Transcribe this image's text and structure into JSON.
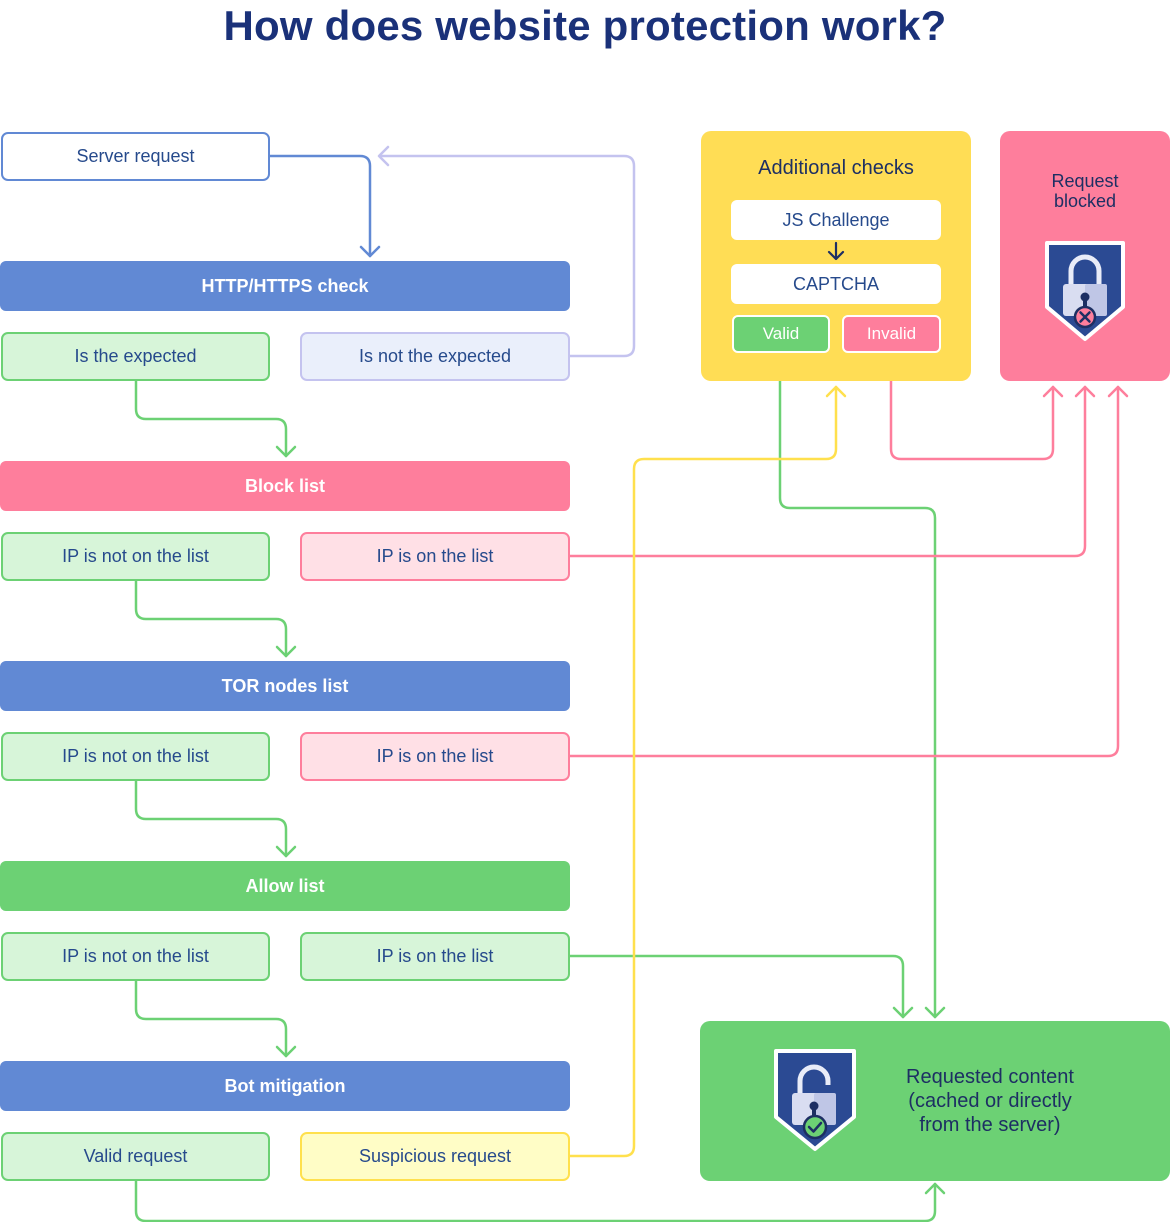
{
  "title": "How does website protection work?",
  "flow": {
    "server_request": "Server request",
    "http_check": "HTTP/HTTPS check",
    "is_expected": "Is the expected",
    "is_not_expected": "Is not the expected",
    "block_list": "Block list",
    "block_not_on_list": "IP is not on the list",
    "block_on_list": "IP is on the list",
    "tor_list": "TOR nodes list",
    "tor_not_on_list": "IP is not on the list",
    "tor_on_list": "IP is on the list",
    "allow_list": "Allow list",
    "allow_not_on_list": "IP is not on the list",
    "allow_on_list": "IP is on the list",
    "bot_mitigation": "Bot mitigation",
    "valid_request": "Valid request",
    "suspicious_request": "Suspicious request"
  },
  "additional_checks": {
    "title": "Additional checks",
    "js_challenge": "JS Challenge",
    "captcha": "CAPTCHA",
    "valid": "Valid",
    "invalid": "Invalid"
  },
  "request_blocked": {
    "title": "Request\nblocked",
    "icon": "lock-shield-x-icon"
  },
  "requested_content": {
    "text": "Requested content\n(cached or directly\nfrom the server)",
    "icon": "lock-shield-check-icon"
  },
  "colors": {
    "navy": "#1a3179",
    "blue": "#6189d4",
    "pink": "#fe7e9c",
    "green": "#6cd174",
    "yellow": "#ffdd55",
    "lavender": "#c4c3ef"
  }
}
